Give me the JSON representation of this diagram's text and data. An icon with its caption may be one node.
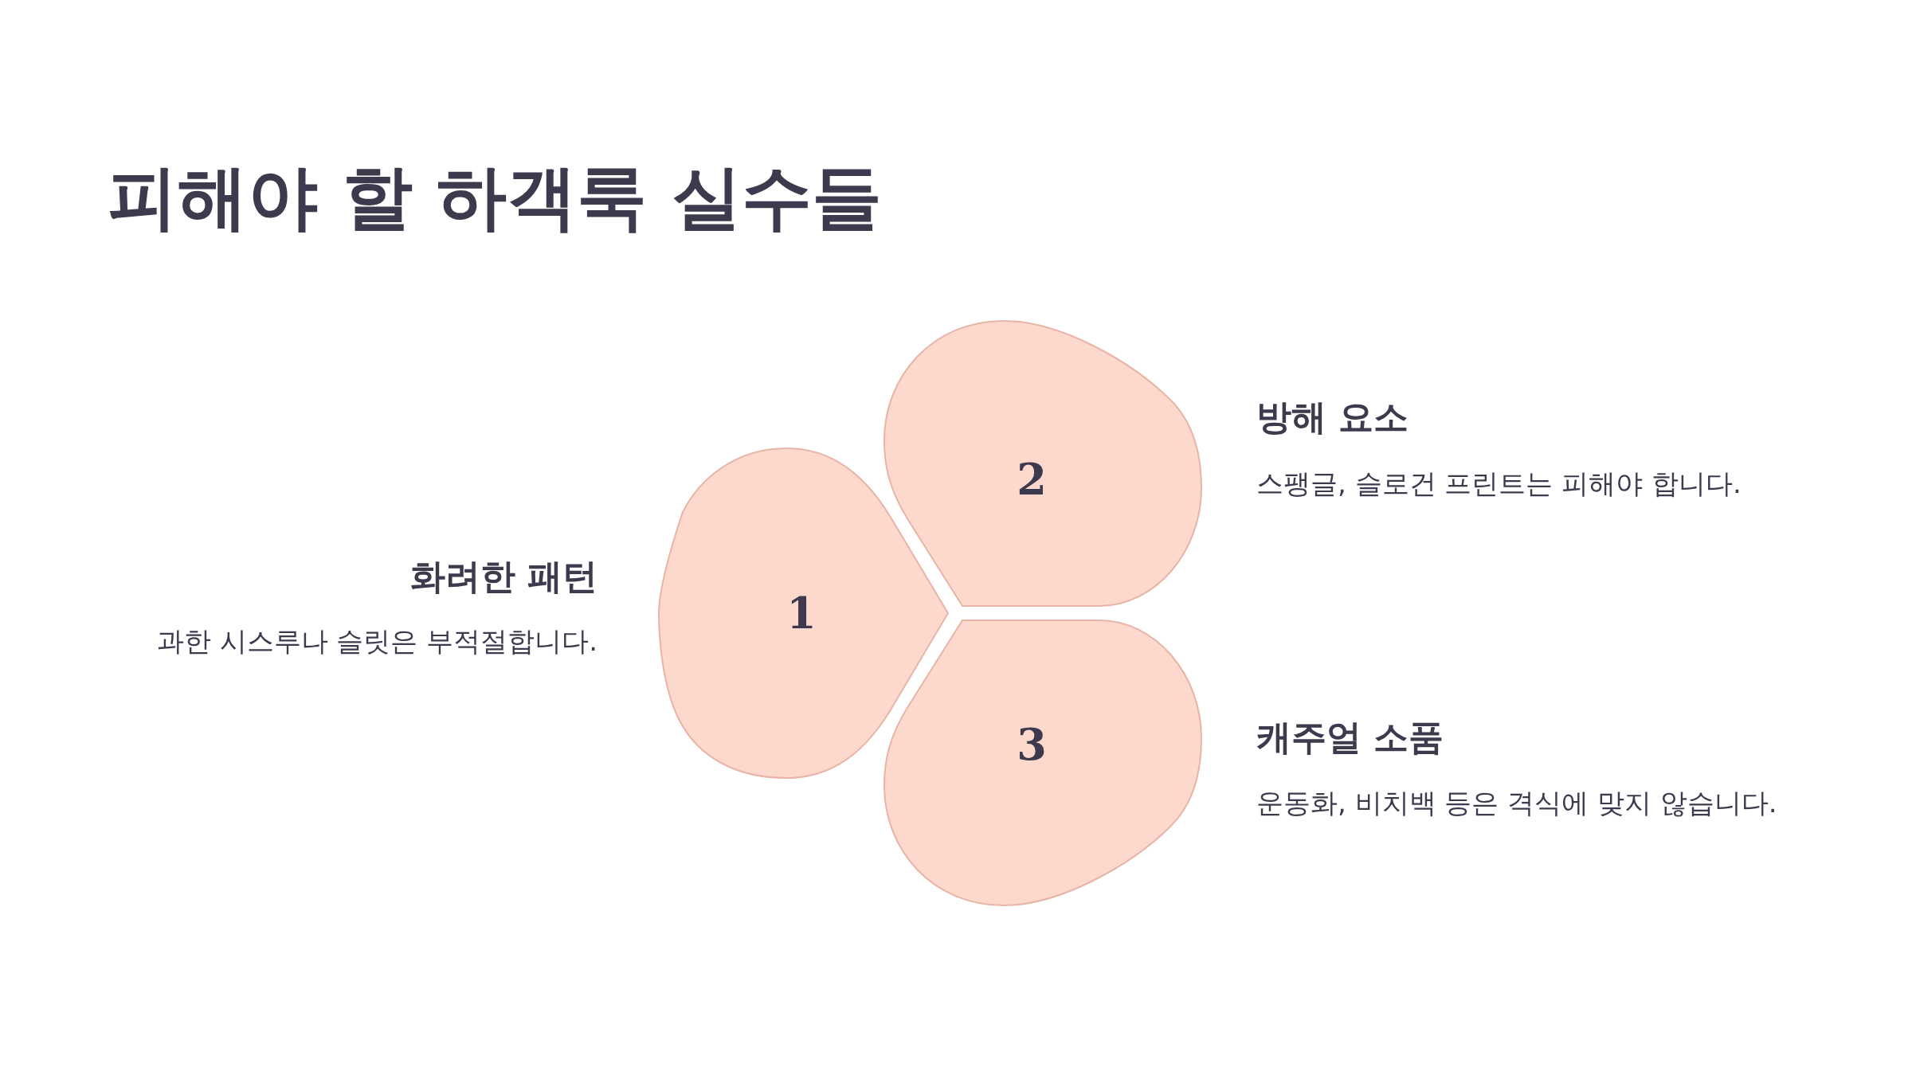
{
  "diagram": {
    "title": "피해야 할 하객룩 실수들",
    "nodes": [
      {
        "text": [
          "1"
        ],
        "beside": [
          "화려한 패턴",
          "과한 시스루나 슬릿은 부적절합니다."
        ]
      },
      {
        "text": [
          "2"
        ],
        "beside": [
          "방해 요소",
          "스팽글, 슬로건 프린트는 피해야 합니다."
        ]
      },
      {
        "text": [
          "3"
        ],
        "beside": [
          "캐주얼 소품",
          "운동화, 비치백 등은 격식에 맞지 않습니다."
        ]
      }
    ]
  }
}
